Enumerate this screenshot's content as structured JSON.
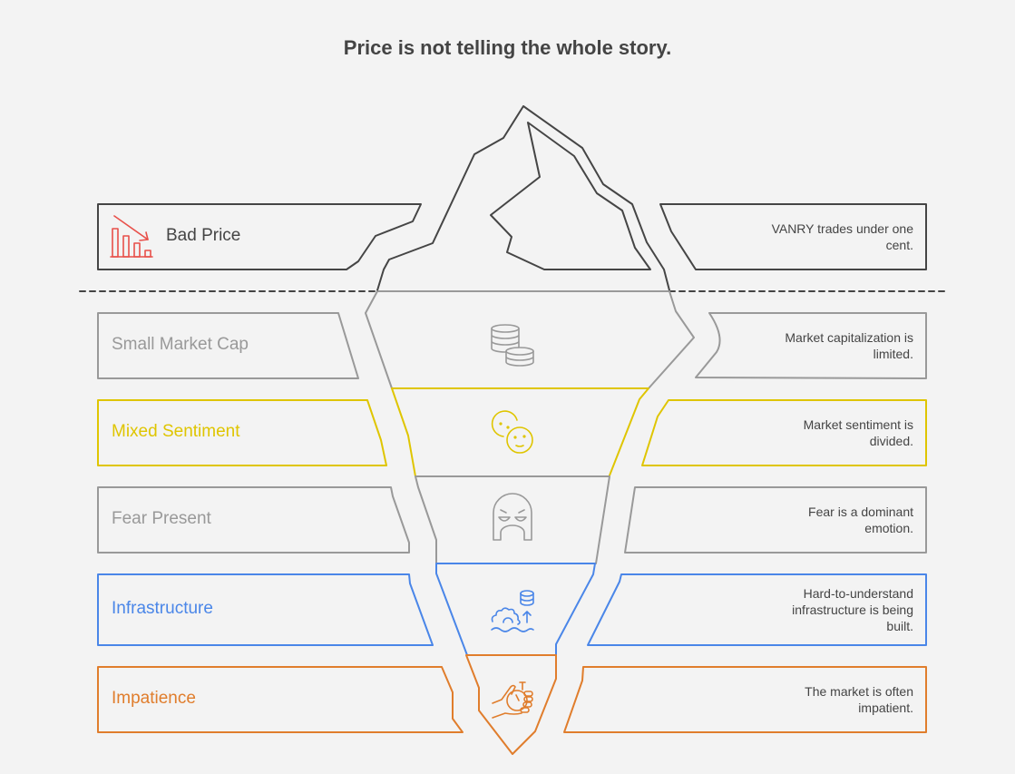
{
  "title": "Price is not telling the whole story.",
  "colors": {
    "dark": "#454545",
    "gray": "#999999",
    "yellow": "#dfc500",
    "blue": "#4a86e8",
    "orange": "#e07d2c",
    "red": "#e8504a"
  },
  "layers": [
    {
      "label": "Bad Price",
      "description": "VANRY trades under one cent.",
      "icon": "falling-chart-icon"
    },
    {
      "label": "Small Market Cap",
      "description": "Market capitalization is limited.",
      "icon": "coins-icon"
    },
    {
      "label": "Mixed Sentiment",
      "description": "Market sentiment is divided.",
      "icon": "mixed-faces-icon"
    },
    {
      "label": "Fear Present",
      "description": "Fear is a dominant emotion.",
      "icon": "angry-ghost-icon"
    },
    {
      "label": "Infrastructure",
      "description": "Hard-to-understand infrastructure is being built.",
      "icon": "gear-database-icon"
    },
    {
      "label": "Impatience",
      "description": "The market is often impatient.",
      "icon": "hand-stopwatch-icon"
    }
  ]
}
